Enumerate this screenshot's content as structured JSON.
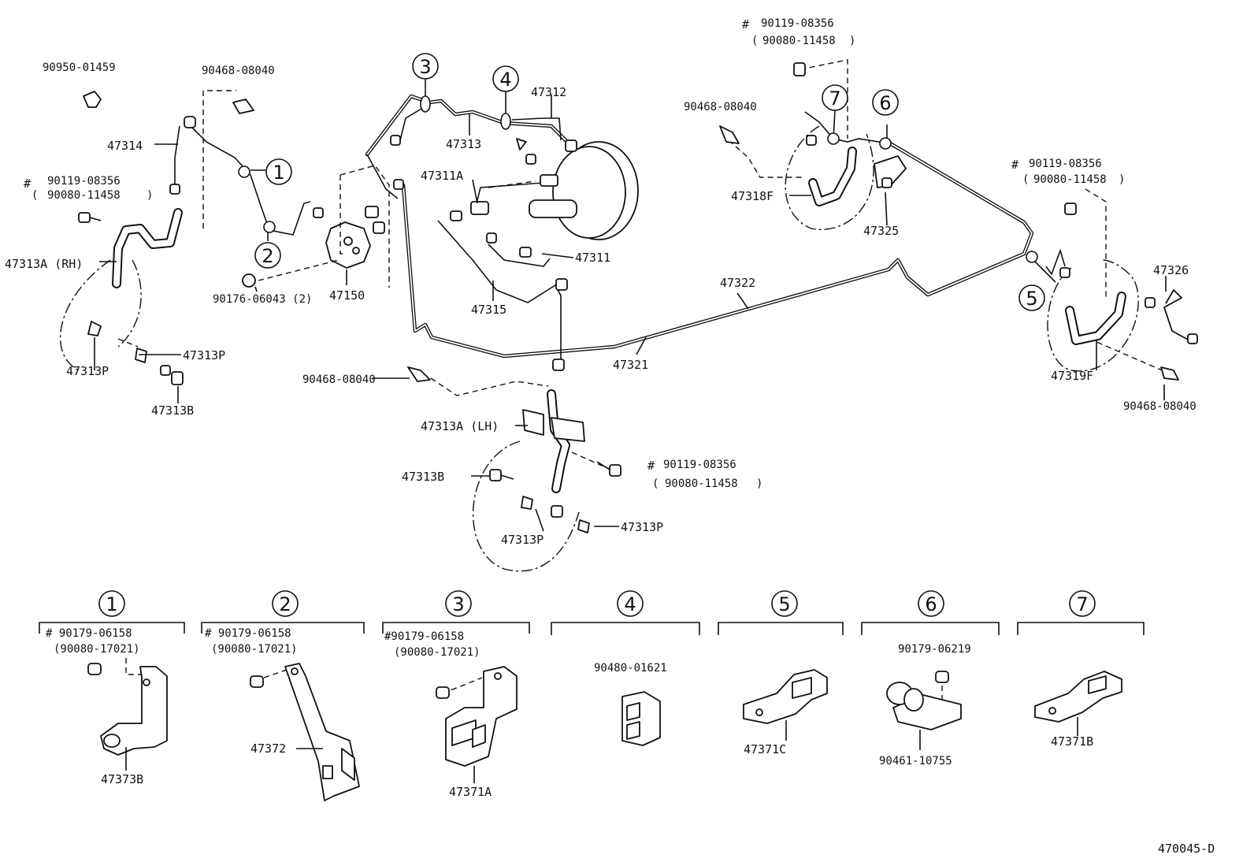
{
  "diagram": {
    "id_code": "470045-D",
    "part_labels": [
      "90950-01459",
      "90468-08040",
      "47314",
      "90119-08356",
      "90080-11458",
      "47313A (RH)",
      "47313P",
      "47313P",
      "47313B",
      "90176-06043 (2)",
      "47150",
      "47313",
      "47312",
      "47311A",
      "47311",
      "47315",
      "47322",
      "47321",
      "90468-08040",
      "47313A (LH)",
      "47313B",
      "90119-08356",
      "90080-11458",
      "47313P",
      "47313P",
      "90119-08356",
      "90080-11458",
      "90468-08040",
      "47318F",
      "47325",
      "90119-08356",
      "90080-11458",
      "47326",
      "47319F",
      "90468-08040"
    ],
    "hash_mark": "#",
    "callouts": [
      "1",
      "2",
      "3",
      "4",
      "5",
      "6",
      "7"
    ],
    "detail_panels": [
      {
        "number": "1",
        "labels": [
          "# 90179-06158",
          "(90080-17021)",
          "47373B"
        ]
      },
      {
        "number": "2",
        "labels": [
          "# 90179-06158",
          "(90080-17021)",
          "47372"
        ]
      },
      {
        "number": "3",
        "labels": [
          "#90179-06158",
          "(90080-17021)",
          "47371A"
        ]
      },
      {
        "number": "4",
        "labels": [
          "90480-01621"
        ]
      },
      {
        "number": "5",
        "labels": [
          "47371C"
        ]
      },
      {
        "number": "6",
        "labels": [
          "90179-06219",
          "90461-10755"
        ]
      },
      {
        "number": "7",
        "labels": [
          "47371B"
        ]
      }
    ]
  }
}
